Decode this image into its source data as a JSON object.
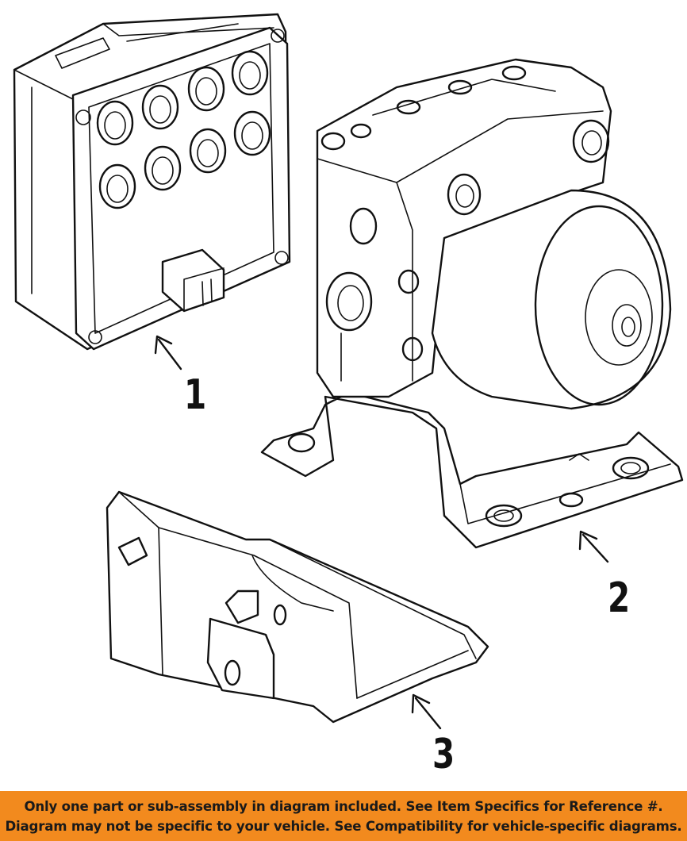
{
  "diagram": {
    "callouts": [
      {
        "id": "1",
        "label": "1"
      },
      {
        "id": "2",
        "label": "2"
      },
      {
        "id": "3",
        "label": "3"
      }
    ],
    "parts": [
      "abs-control-module",
      "abs-hydraulic-unit",
      "mounting-bracket"
    ]
  },
  "banner": {
    "line1": "Only one part or sub-assembly in diagram included. See Item Specifics for Reference #.",
    "line2": "Diagram may not be specific to your vehicle. See Compatibility for vehicle-specific diagrams.",
    "background": "#f28a1e"
  }
}
